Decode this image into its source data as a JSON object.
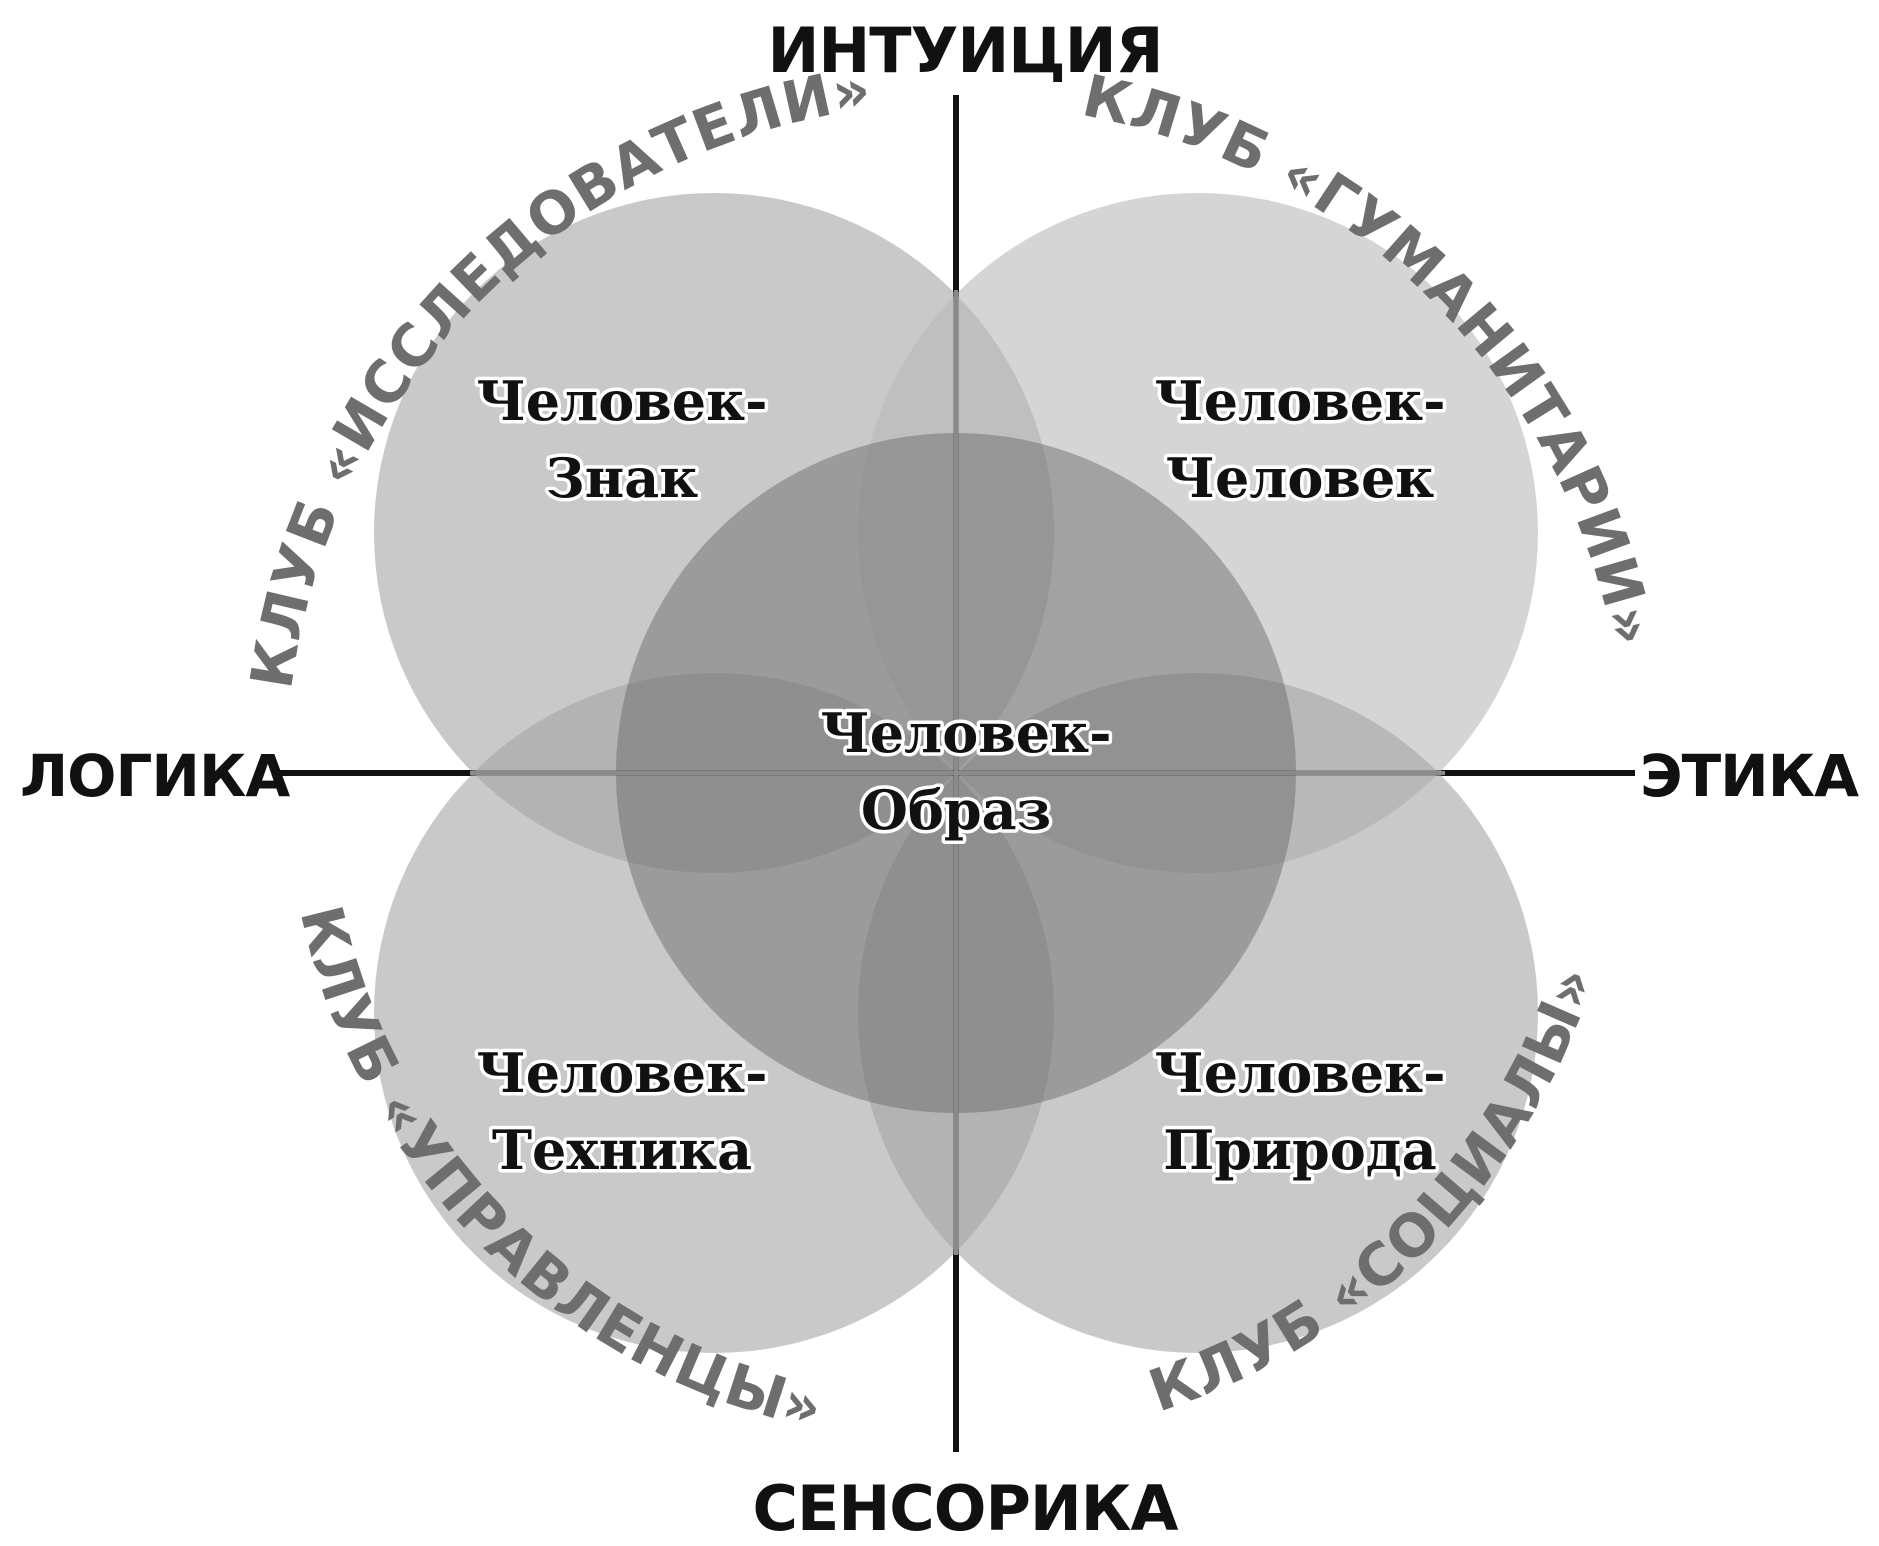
{
  "axes": {
    "top": "ИНТУИЦИЯ",
    "bottom": "СЕНСОРИКА",
    "left": "ЛОГИКА",
    "right": "ЭТИКА"
  },
  "clubs": {
    "top_left": "КЛУБ «ИССЛЕДОВАТЕЛИ»",
    "top_right": "КЛУБ «ГУМАНИТАРИИ»",
    "bottom_left": "КЛУБ «УПРАВЛЕНЦЫ»",
    "bottom_right": "КЛУБ «СОЦИАЛЫ»"
  },
  "spheres": {
    "top_left": {
      "line1": "Человек-",
      "line2": "Знак"
    },
    "top_right": {
      "line1": "Человек-",
      "line2": "Человек"
    },
    "bottom_left": {
      "line1": "Человек-",
      "line2": "Техника"
    },
    "bottom_right": {
      "line1": "Человек-",
      "line2": "Природа"
    },
    "center": {
      "line1": "Человек-",
      "line2": "Образ"
    }
  },
  "colors": {
    "circle_light": "#cbcbcb",
    "circle_center": "#a0a0a0",
    "axis": "#111111",
    "club_text": "#6e6e6e"
  }
}
